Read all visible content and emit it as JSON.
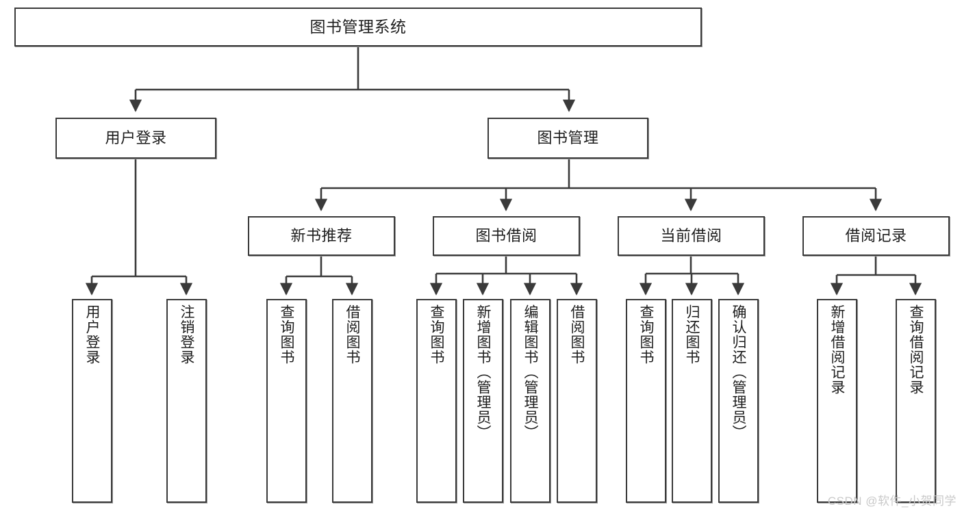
{
  "diagram": {
    "title": "图书管理系统",
    "type": "tree",
    "root": {
      "id": "root",
      "label": "图书管理系统"
    },
    "level2": [
      {
        "id": "user-login",
        "label": "用户登录"
      },
      {
        "id": "book-manage",
        "label": "图书管理"
      }
    ],
    "level3": [
      {
        "id": "new-book-rec",
        "label": "新书推荐"
      },
      {
        "id": "book-borrow",
        "label": "图书借阅"
      },
      {
        "id": "current-borrow",
        "label": "当前借阅"
      },
      {
        "id": "borrow-record",
        "label": "借阅记录"
      }
    ],
    "leaves": {
      "user_login": [
        {
          "id": "leaf-user-login",
          "label": "用户登录"
        },
        {
          "id": "leaf-logout",
          "label": "注销登录"
        }
      ],
      "new_book_rec": [
        {
          "id": "leaf-query-book-1",
          "label": "查询图书"
        },
        {
          "id": "leaf-borrow-book-1",
          "label": "借阅图书"
        }
      ],
      "book_borrow": [
        {
          "id": "leaf-query-book-2",
          "label": "查询图书"
        },
        {
          "id": "leaf-add-book",
          "label": "新增图书（管理员）"
        },
        {
          "id": "leaf-edit-book",
          "label": "编辑图书（管理员）"
        },
        {
          "id": "leaf-borrow-book-2",
          "label": "借阅图书"
        }
      ],
      "current_borrow": [
        {
          "id": "leaf-query-book-3",
          "label": "查询图书"
        },
        {
          "id": "leaf-return-book",
          "label": "归还图书"
        },
        {
          "id": "leaf-confirm-return",
          "label": "确认归还（管理员）"
        }
      ],
      "borrow_record": [
        {
          "id": "leaf-add-record",
          "label": "新增借阅记录"
        },
        {
          "id": "leaf-query-record",
          "label": "查询借阅记录"
        }
      ]
    }
  },
  "watermark": {
    "text": "CSDN @软件_小贺同学"
  },
  "colors": {
    "stroke": "#3a3a3a",
    "background": "#ffffff",
    "text": "#1d1d1d",
    "watermark": "#c9c9c9"
  }
}
